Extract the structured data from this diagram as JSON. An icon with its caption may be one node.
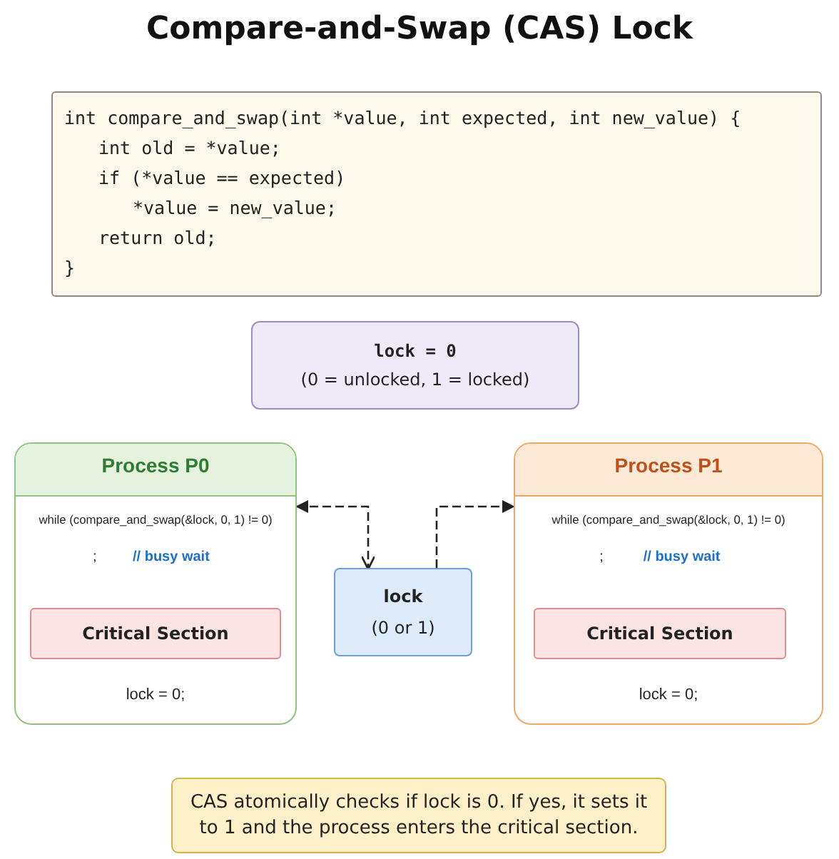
{
  "diagram": {
    "title": "Compare-and-Swap (CAS) Lock",
    "nodes": [
      {
        "text": [
          "int compare_and_swap(int *value, int expected, int new_value) {",
          "int old = *value;",
          "if (*value == expected)",
          "*value = new_value;",
          "return old;",
          "}"
        ]
      },
      {
        "text": [
          "lock = 0",
          "(0 = unlocked, 1 = locked)"
        ]
      },
      {
        "text": [
          "Process P0",
          "while (compare_and_swap(&lock, 0, 1) != 0)",
          ";",
          "// busy wait",
          "lock = 0;"
        ]
      },
      {
        "text": [
          "Critical Section"
        ],
        "in": 2
      },
      {
        "text": [
          "lock",
          "(0 or 1)"
        ]
      },
      {
        "text": [
          "Process P1",
          "while (compare_and_swap(&lock, 0, 1) != 0)",
          ";",
          "// busy wait",
          "lock = 0;"
        ]
      },
      {
        "text": [
          "Critical Section"
        ],
        "in": 5
      },
      {
        "text": [
          "CAS atomically checks if lock is 0. If yes, it sets it to 1 and the process enters the critical section."
        ]
      }
    ],
    "edges": [
      {
        "from": 2,
        "to": 4,
        "arrow": "both",
        "style": "dashed"
      },
      {
        "from": 4,
        "to": 5,
        "arrow": "to",
        "style": "dashed"
      }
    ]
  }
}
